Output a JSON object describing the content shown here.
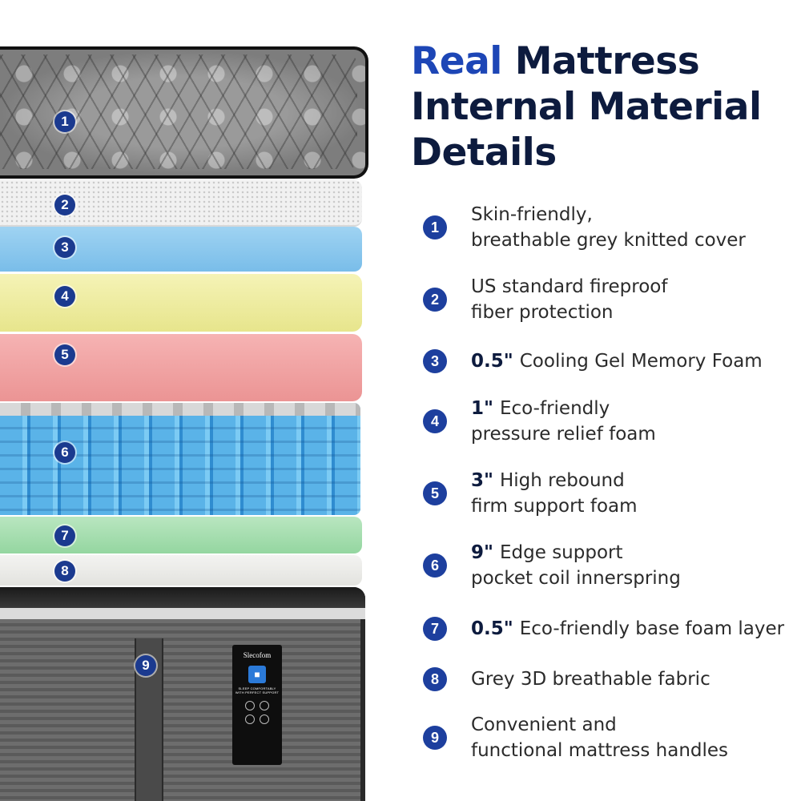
{
  "title": {
    "accent": "Real",
    "rest_line1": "Mattress",
    "line2": "Internal Material",
    "line3": "Details"
  },
  "colors": {
    "accent": "#1d46b6",
    "title_dark": "#0d1b3e",
    "marker": "#1d3f9e"
  },
  "layers": [
    {
      "num": "1",
      "strong": "",
      "line1": "Skin-friendly,",
      "line2": "breathable grey knitted cover"
    },
    {
      "num": "2",
      "strong": "",
      "line1": "US standard fireproof",
      "line2": "fiber protection"
    },
    {
      "num": "3",
      "strong": "0.5\"",
      "line1": "Cooling Gel Memory Foam",
      "line2": ""
    },
    {
      "num": "4",
      "strong": "1\"",
      "line1": "Eco-friendly",
      "line2": "pressure relief foam"
    },
    {
      "num": "5",
      "strong": "3\"",
      "line1": "High rebound",
      "line2": "firm support foam"
    },
    {
      "num": "6",
      "strong": "9\"",
      "line1": "Edge support",
      "line2": "pocket coil innerspring"
    },
    {
      "num": "7",
      "strong": "0.5\"",
      "line1": "Eco-friendly base foam layer",
      "line2": ""
    },
    {
      "num": "8",
      "strong": "",
      "line1": "Grey 3D breathable fabric",
      "line2": ""
    },
    {
      "num": "9",
      "strong": "",
      "line1": "Convenient and",
      "line2": "functional mattress handles"
    }
  ],
  "tag": {
    "brand": "Slecofom",
    "slogan": "SLEEP COMFORTABLY",
    "sub": "WITH PERFECT SUPPORT"
  }
}
